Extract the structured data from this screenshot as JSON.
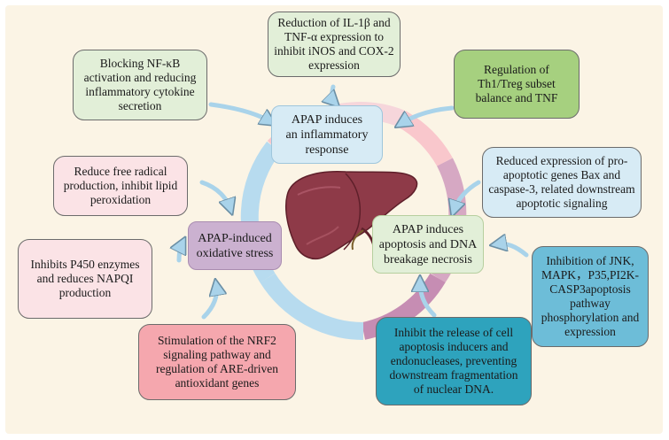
{
  "hubs": {
    "inflammatory": "APAP induces\nan inflammatory\nresponse",
    "oxidative": "APAP-induced\noxidative stress",
    "apoptosis": "APAP induces\napoptosis and DNA\nbreakage necrosis"
  },
  "boxes": {
    "il1b": "Reduction of IL-1β and\nTNF-α expression to\ninhibit iNOS and COX-2\nexpression",
    "nfkb": "Blocking NF-κB\nactivation and reducing\ninflammatory cytokine\nsecretion",
    "th1treg": "Regulation of\nTh1/Treg subset\nbalance and TNF",
    "free_radical": "Reduce free radical\nproduction, inhibit lipid\nperoxidation",
    "bax": "Reduced expression of pro-\napoptotic genes Bax and\ncaspase-3, related downstream\napoptotic signaling",
    "p450": "Inhibits P450 enzymes\nand reduces NAPQI\nproduction",
    "jnk": "Inhibition of JNK,\nMAPK，P35,PI2K-\nCASP3apoptosis\npathway\nphosphorylation and\nexpression",
    "nrf2": "Stimulation of the NRF2\nsignaling pathway and\nregulation of ARE-driven\nantioxidant genes",
    "inducers": "Inhibit the release of cell\napoptosis inducers and\nendonucleases, preventing\ndownstream fragmentation\nof nuclear DNA."
  },
  "colors": {
    "background": "#fbf4e5",
    "light_green": "#e2efd8",
    "green": "#a6d07f",
    "light_pink": "#fbe3e6",
    "pink": "#f5a7ae",
    "light_blue": "#d7ebf5",
    "blue": "#6dbdd8",
    "teal": "#2ea3bd",
    "lavender": "#cbb1d0",
    "arrow": "#a9d3ea",
    "liver": "#8e3a48"
  },
  "icons": {
    "center": "liver-icon",
    "arrows": "curved-arrow-icon"
  }
}
